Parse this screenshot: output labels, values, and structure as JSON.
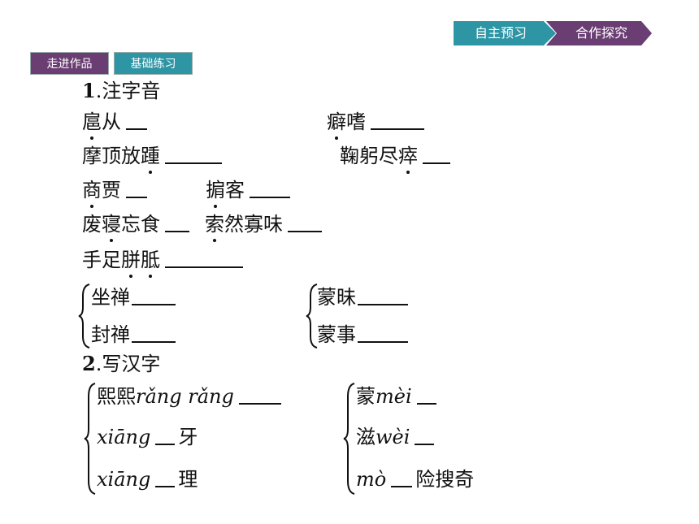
{
  "nav": {
    "tab1": "自主预习",
    "tab2": "合作探究"
  },
  "sections": {
    "tab1": "走进作品",
    "tab2": "基础练习"
  },
  "part1": {
    "heading_num": "1",
    "heading_text": ".注字音",
    "items": [
      {
        "pre": "",
        "dot": "扈",
        "post": "从"
      },
      {
        "pre": "",
        "dot": "癖",
        "post": "嗜"
      },
      {
        "pre": "摩顶放",
        "dot": "踵",
        "post": ""
      },
      {
        "pre": "鞠躬尽",
        "dot": "瘁",
        "post": ""
      },
      {
        "pre": "",
        "dot": "商",
        "post": "贾"
      },
      {
        "pre": "",
        "dot": "掮",
        "post": "客"
      },
      {
        "pre": "废",
        "dot": "寝",
        "post": "忘食"
      },
      {
        "pre": "",
        "dot": "索",
        "post": "然寡味"
      },
      {
        "pre": "手足",
        "dot": "胼",
        "post": "胝"
      }
    ],
    "group_left": [
      "坐禅",
      "封禅"
    ],
    "group_right": [
      "蒙昧",
      "蒙事"
    ]
  },
  "part2": {
    "heading_num": "2",
    "heading_text": ".写汉字",
    "left": [
      {
        "pre": "熙熙",
        "py": "rǎng rǎng",
        "post": ""
      },
      {
        "pre": "",
        "py": "xiāng",
        "post": "牙"
      },
      {
        "pre": "",
        "py": "xiāng",
        "post": "理"
      }
    ],
    "right": [
      {
        "pre": "蒙",
        "py": "mèi",
        "post": ""
      },
      {
        "pre": "滋",
        "py": "wèi",
        "post": ""
      },
      {
        "pre": "",
        "py": "mò",
        "post": "险搜奇"
      }
    ]
  }
}
